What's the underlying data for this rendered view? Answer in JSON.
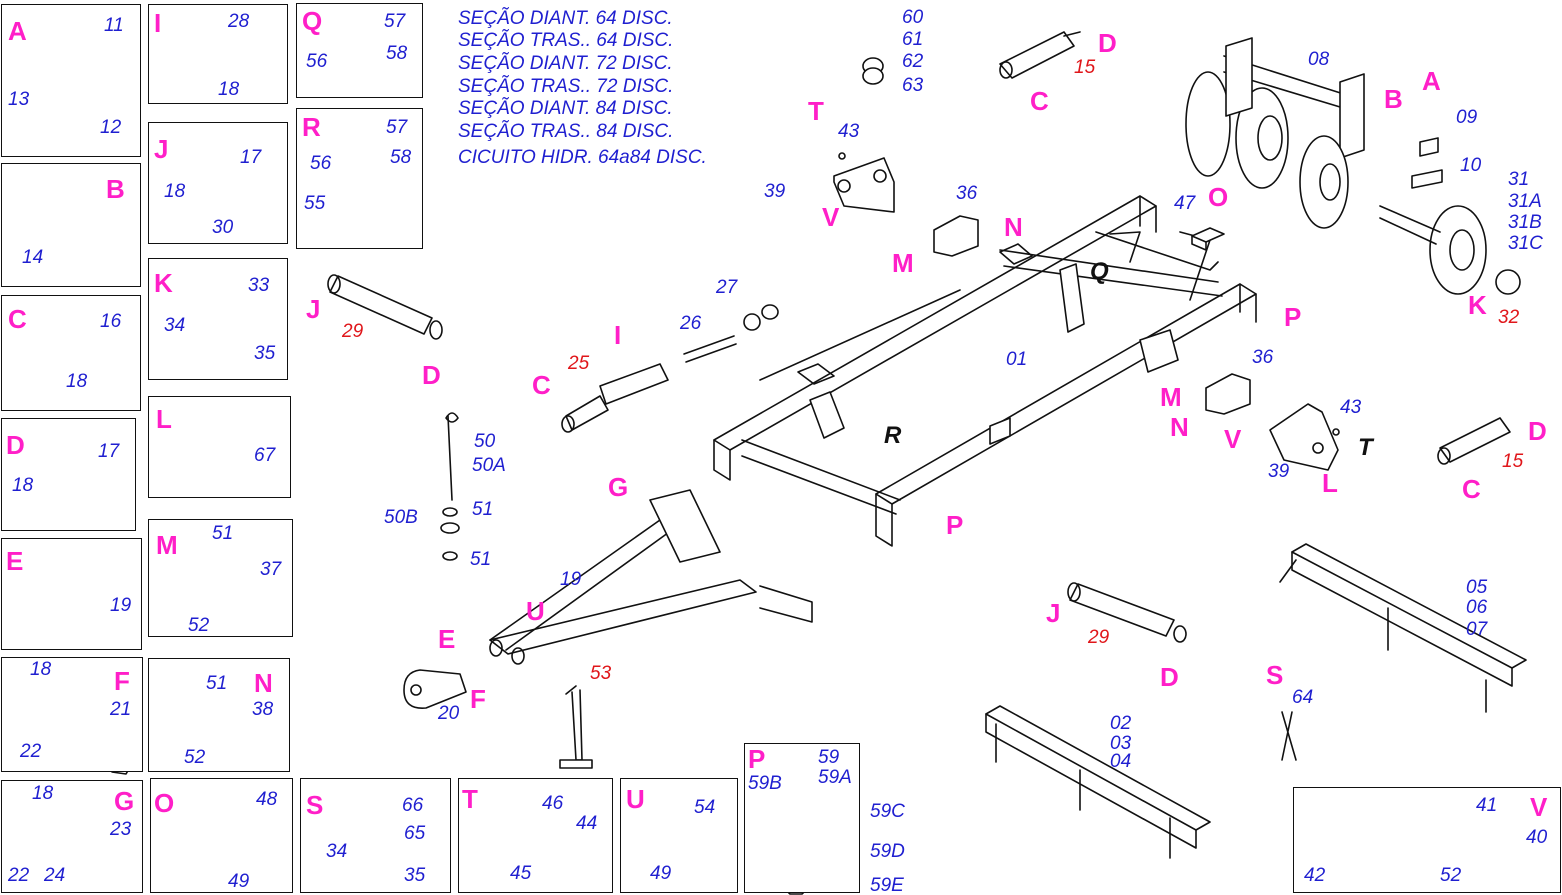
{
  "colors": {
    "letter": "#ff1fc8",
    "number": "#1f1fd0",
    "highlight": "#e0161a",
    "line": "#111111"
  },
  "title_lines": [
    "SEÇÃO DIANT. 64 DISC.",
    "SEÇÃO TRAS.. 64 DISC.",
    "SEÇÃO DIANT. 72 DISC.",
    "SEÇÃO TRAS.. 72 DISC.",
    "SEÇÃO DIANT. 84 DISC.",
    "SEÇÃO TRAS.. 84 DISC.",
    "CICUITO HIDR. 64a84 DISC."
  ],
  "detail_boxes": {
    "A": {
      "letter": "A",
      "parts": [
        "11",
        "13",
        "12"
      ]
    },
    "B": {
      "letter": "B",
      "parts": [
        "14"
      ]
    },
    "C": {
      "letter": "C",
      "parts": [
        "16",
        "18"
      ]
    },
    "D": {
      "letter": "D",
      "parts": [
        "17",
        "18"
      ]
    },
    "E": {
      "letter": "E",
      "parts": [
        "19"
      ]
    },
    "F": {
      "letter": "F",
      "parts": [
        "18",
        "21",
        "22"
      ]
    },
    "G": {
      "letter": "G",
      "parts": [
        "18",
        "23",
        "22",
        "24"
      ]
    },
    "I": {
      "letter": "I",
      "parts": [
        "28",
        "18"
      ]
    },
    "J": {
      "letter": "J",
      "parts": [
        "17",
        "18",
        "30"
      ]
    },
    "K": {
      "letter": "K",
      "parts": [
        "33",
        "34",
        "35"
      ]
    },
    "L": {
      "letter": "L",
      "parts": [
        "67"
      ]
    },
    "M": {
      "letter": "M",
      "parts": [
        "51",
        "37",
        "52"
      ]
    },
    "N": {
      "letter": "N",
      "parts": [
        "51",
        "38",
        "52"
      ]
    },
    "O": {
      "letter": "O",
      "parts": [
        "48",
        "49"
      ]
    },
    "Q": {
      "letter": "Q",
      "parts": [
        "57",
        "58",
        "56"
      ]
    },
    "R": {
      "letter": "R",
      "parts": [
        "57",
        "58",
        "56",
        "55"
      ]
    },
    "S": {
      "letter": "S",
      "parts": [
        "66",
        "65",
        "34",
        "35"
      ]
    },
    "T": {
      "letter": "T",
      "parts": [
        "46",
        "44",
        "45"
      ]
    },
    "U": {
      "letter": "U",
      "parts": [
        "54",
        "49"
      ]
    },
    "P": {
      "letter": "P",
      "parts": [
        "59",
        "59A",
        "59B",
        "59C",
        "59D",
        "59E"
      ]
    },
    "V": {
      "letter": "V",
      "parts": [
        "41",
        "40",
        "52",
        "42"
      ]
    }
  },
  "main": {
    "frame": {
      "part": "01",
      "q": "Q",
      "r": "R",
      "p1": "P",
      "p2": "P"
    },
    "bushings": [
      "60",
      "61",
      "62",
      "63"
    ],
    "cyl_top": {
      "d": "D",
      "c": "C",
      "num": "15"
    },
    "cyl_right": {
      "d": "D",
      "c": "C",
      "num": "15"
    },
    "wheels": {
      "num08": "08",
      "a": "A",
      "b": "B",
      "num09": "09",
      "num10": "10",
      "tires": [
        "31",
        "31A",
        "31B",
        "31C"
      ],
      "k": "K",
      "num32": "32"
    },
    "bracket_left": {
      "t": "T",
      "num43": "43",
      "num39": "39",
      "v": "V",
      "num36": "36",
      "m": "M",
      "n": "N"
    },
    "bracket_right": {
      "num36": "36",
      "m": "M",
      "n": "N",
      "v": "V",
      "num43": "43",
      "t": "T",
      "num39": "39",
      "l": "L"
    },
    "clamp": {
      "num47": "47",
      "o": "O"
    },
    "cyl29_top": {
      "j": "J",
      "num": "29",
      "d": "D"
    },
    "cyl25": {
      "i": "I",
      "num26": "26",
      "num27": "27",
      "num25": "25",
      "c": "C"
    },
    "chain": {
      "num50": "50",
      "num50a": "50A",
      "num50b": "50B",
      "num51a": "51",
      "num51b": "51"
    },
    "hitch": {
      "g": "G",
      "num19": "19",
      "u": "U",
      "e": "E",
      "f": "F",
      "num20": "20"
    },
    "jack": {
      "num53": "53"
    },
    "cyl29_bottom": {
      "j": "J",
      "num": "29",
      "d": "D"
    },
    "beam_right": {
      "parts": [
        "05",
        "06",
        "07"
      ]
    },
    "beam_bottom": {
      "parts": [
        "02",
        "03",
        "04"
      ]
    },
    "spring": {
      "s": "S",
      "num64": "64"
    }
  }
}
